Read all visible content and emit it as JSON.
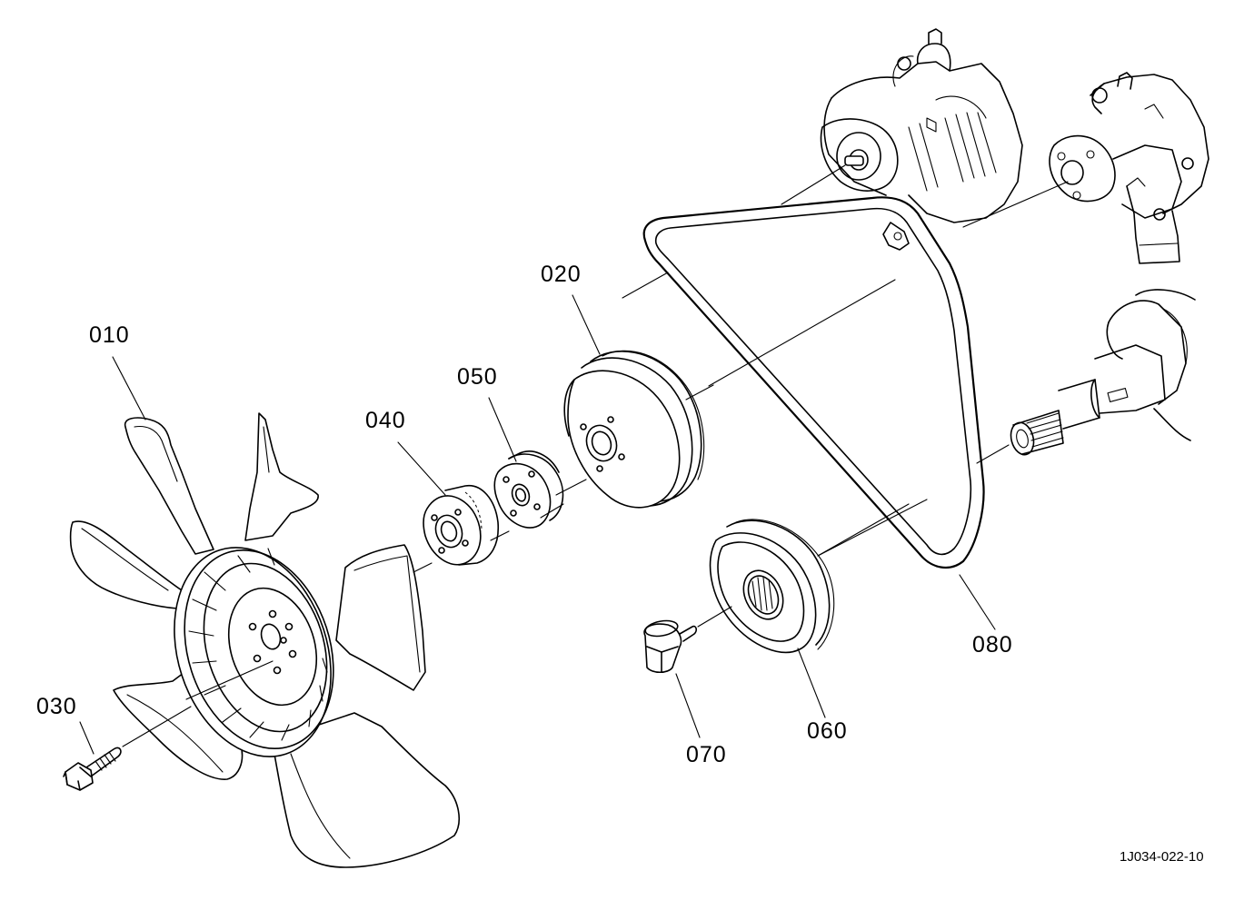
{
  "figure_code": "1J034-022-10",
  "callouts": [
    {
      "id": "fan",
      "label": "010"
    },
    {
      "id": "fan-pulley",
      "label": "020"
    },
    {
      "id": "fan-bolt",
      "label": "030"
    },
    {
      "id": "spacer-large",
      "label": "040"
    },
    {
      "id": "spacer-small",
      "label": "050"
    },
    {
      "id": "crank-pulley",
      "label": "060"
    },
    {
      "id": "pulley-bolt",
      "label": "070"
    },
    {
      "id": "v-belt",
      "label": "080"
    }
  ]
}
